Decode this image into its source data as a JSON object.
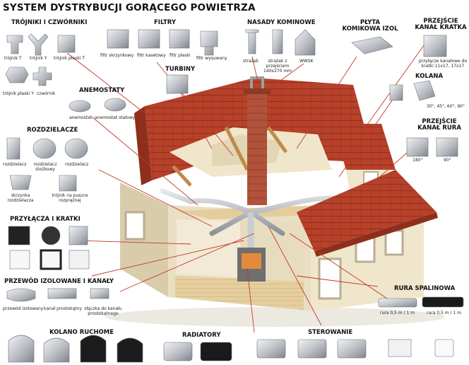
{
  "title": "SYSTEM DYSTRYBUCJI GORĄCEGO POWIETRZA",
  "sections": {
    "trojniki": {
      "heading": "TRÓJNIKI I CZWÓRNIKI",
      "items": [
        "trójnik T",
        "trójnik Y",
        "trójnik płaski T",
        "trójnik płaski Y",
        "czwórnik"
      ]
    },
    "filtry": {
      "heading": "FILTRY",
      "items": [
        "filtr skrzynkowy",
        "filtr kasetowy",
        "filtr płaski",
        "filtr wysuwany"
      ]
    },
    "nasady": {
      "heading": "NASADY KOMINOWE",
      "items": [
        "strażak",
        "strażak z przejściem 140x270 mm",
        "WWSK"
      ]
    },
    "plyta": {
      "heading": "PŁYTA KOMIKOWA IZOL"
    },
    "przejscie_kratka": {
      "heading": "PRZEJŚCIE KANAŁ KRATKA",
      "note": "przyłącze kanałowe do kratki 11x17, 17x17"
    },
    "turbiny": {
      "heading": "TURBINY"
    },
    "anemostaty": {
      "heading": "ANEMOSTATY",
      "items": [
        "anemostat",
        "anemostat stalowy"
      ]
    },
    "kolana": {
      "heading": "KOLANA",
      "note": "30°, 45°, 60°, 90°"
    },
    "przejscie_rura": {
      "heading": "PRZEJŚCIE KANAŁ RURA",
      "items": [
        "180°",
        "90°"
      ]
    },
    "rozdzielacze": {
      "heading": "ROZDZIELACZE",
      "items": [
        "rozdzielacz",
        "rozdzielacz stożkowy",
        "rozdzielacz",
        "skrzynka rozdzielacza",
        "trójnik na puszce rozprężnej"
      ]
    },
    "przylacza": {
      "heading": "PRZYŁĄCZA I KRATKI"
    },
    "przewod": {
      "heading": "PRZEWÓD IZOLOWANE I KANAŁY",
      "items": [
        "przewód izolowany",
        "kanał prostokątny",
        "złączka do kanału prostokątnego"
      ]
    },
    "rura": {
      "heading": "RURA SPALINOWA",
      "items": [
        "rura 0,5 m / 1 m",
        "rura 0,5 m / 1 m"
      ]
    },
    "kolano_ruchome": {
      "heading": "KOLANO RUCHOME"
    },
    "radiatory": {
      "heading": "RADIATORY"
    },
    "sterowanie": {
      "heading": "STEROWANIE"
    }
  },
  "colors": {
    "roof": "#b8412a",
    "roof_dark": "#8e2f1d",
    "wall": "#e9dfc3",
    "wall_shadow": "#cfc3a1",
    "floor": "#e3c99c",
    "chimney": "#b0533a",
    "metal": "#b8bcc2",
    "leader": "#c0392b"
  }
}
